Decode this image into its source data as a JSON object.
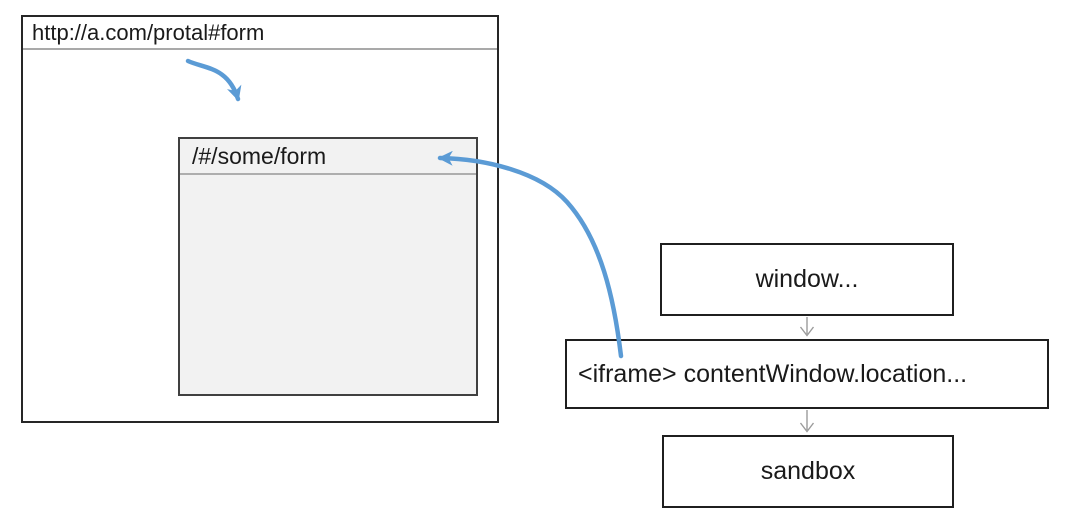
{
  "browser": {
    "url": "http://a.com/protal#form",
    "iframe": {
      "url": "/#/some/form"
    }
  },
  "flow": {
    "window_label": "window...",
    "iframe_label": "<iframe> contentWindow.location...",
    "sandbox_label": "sandbox"
  },
  "arrows": {
    "url_to_iframe": "curved blue arrow from address bar hash to inner iframe",
    "location_to_iframe": "curved blue arrow from contentWindow.location node to inner iframe address bar",
    "window_to_iframe": "straight gray connector",
    "iframe_to_sandbox": "straight gray connector"
  },
  "colors": {
    "arrow_blue": "#5B9BD5",
    "connector_gray": "#9b9b9b",
    "border_dark": "#262626",
    "panel_fill": "#F2F2F2",
    "divider_gray": "#A9A9A9"
  }
}
